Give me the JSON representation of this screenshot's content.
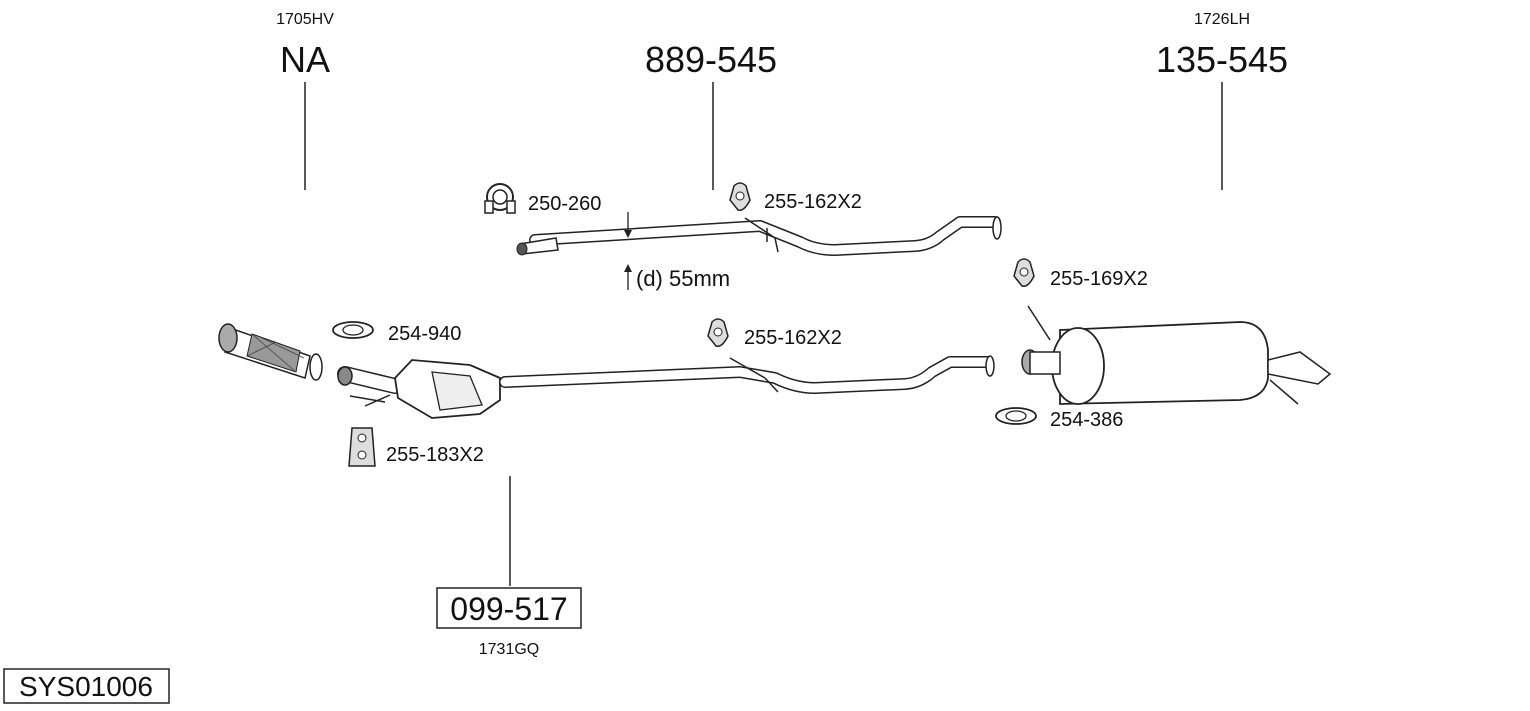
{
  "diagram": {
    "codes": {
      "na_code": "1705HV",
      "muffler_code": "1726LH",
      "cat_code": "1731GQ"
    },
    "parts": {
      "na": "NA",
      "middle_pipe": "889-545",
      "rear_muffler": "135-545",
      "catalyst": "099-517"
    },
    "accessories": {
      "clamp_top": "250-260",
      "hanger_top": "255-162X2",
      "diameter_note": "(d)  55mm",
      "gasket_front": "254-940",
      "hanger_mid": "255-162X2",
      "hanger_front": "255-183X2",
      "hanger_rear": "255-169X2",
      "gasket_rear": "254-386"
    },
    "system_id": "SYS01006"
  }
}
